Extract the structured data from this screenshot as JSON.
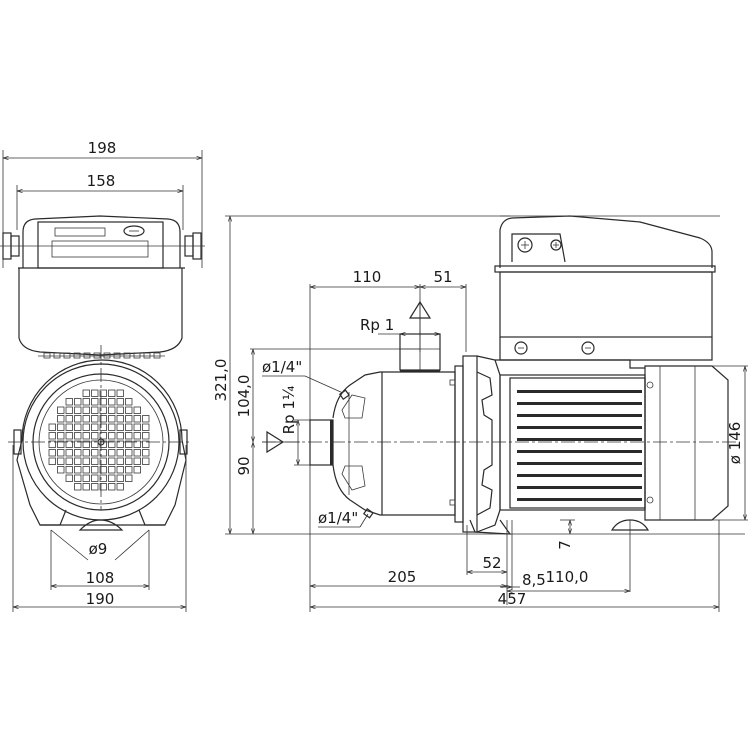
{
  "drawing": {
    "title": "Pump dimension drawing",
    "line_color": "#2a2a2a",
    "background": "#ffffff"
  },
  "front_view": {
    "dim_overall_width": "198",
    "dim_box_width": "158",
    "dim_foot_hole": "ø9",
    "dim_foot_spacing": "108",
    "dim_base_width": "190"
  },
  "side_view": {
    "dim_total_height": "321,0",
    "dim_axis_to_top_port": "104,0",
    "dim_axis_height": "90",
    "dim_suction_to_discharge": "110",
    "dim_discharge_to_flange": "51",
    "discharge_label": "Rp 1",
    "suction_label": "Rp 1¼",
    "drain_plug_top": "ø1/4\"",
    "drain_plug_bottom": "ø1/4\"",
    "dim_motor_diameter": "ø 146",
    "dim_foot_offset": "52",
    "dim_foot_slot": "8,5",
    "dim_foot_height": "7",
    "dim_front_to_foot": "205",
    "dim_foot_spacing": "110,0",
    "dim_overall_length": "457"
  }
}
